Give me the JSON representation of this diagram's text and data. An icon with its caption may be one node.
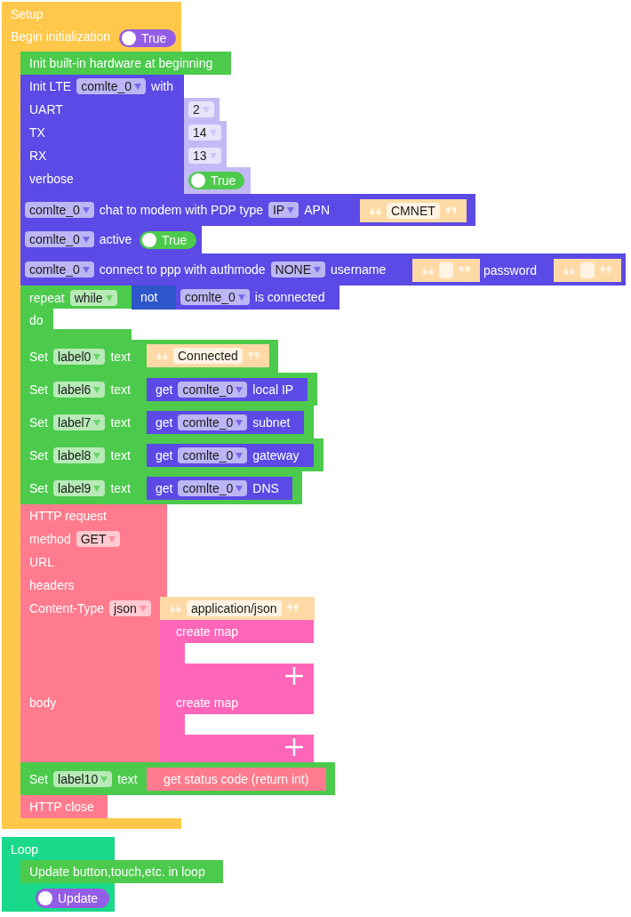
{
  "diagram": {
    "nodes": [
      {
        "text": [
          "Setup",
          "Begin initialization"
        ]
      },
      {
        "text": [
          "True"
        ],
        "in": 0
      },
      {
        "text": [
          "Init built-in hardware at beginning"
        ]
      },
      {
        "text": [
          "Init LTE",
          "comlte_0",
          "with",
          "UART",
          "TX",
          "RX",
          "verbose"
        ]
      },
      {
        "text": [
          "2"
        ]
      },
      {
        "text": [
          "14"
        ]
      },
      {
        "text": [
          "13"
        ]
      },
      {
        "text": [],
        "shape": "box"
      },
      {
        "text": [
          "True"
        ],
        "in": 7
      },
      {
        "text": [
          "comlte_0",
          "chat to modem with PDP type",
          "IP",
          "APN"
        ]
      },
      {
        "text": [
          "CMNET"
        ],
        "in": 9
      },
      {
        "text": [
          "comlte_0",
          "active"
        ]
      },
      {
        "text": [
          "True"
        ],
        "in": 11
      },
      {
        "text": [
          "comlte_0",
          "connect to ppp with authmode",
          "NONE",
          "username",
          "password"
        ]
      },
      {
        "text": [],
        "shape": "box",
        "in": 13
      },
      {
        "text": [],
        "shape": "box",
        "in": 13
      },
      {
        "text": [
          "repeat",
          "while",
          "do"
        ],
        "in": 0
      },
      {
        "text": [
          "not"
        ],
        "in": 0
      },
      {
        "text": [
          "comlte_0",
          "is connected"
        ]
      },
      {
        "text": [
          "Set",
          "label0",
          "text"
        ]
      },
      {
        "text": [
          "Connected"
        ],
        "in": 19
      },
      {
        "text": [
          "Set",
          "label6",
          "text"
        ]
      },
      {
        "text": [
          "get",
          "comlte_0",
          "local IP"
        ],
        "in": 21
      },
      {
        "text": [
          "Set",
          "label7",
          "text"
        ]
      },
      {
        "text": [
          "get",
          "comlte_0",
          "subnet"
        ],
        "in": 23
      },
      {
        "text": [
          "Set",
          "label8",
          "text"
        ]
      },
      {
        "text": [
          "get",
          "comlte_0",
          "gateway"
        ],
        "in": 25
      },
      {
        "text": [
          "Set",
          "label9",
          "text"
        ]
      },
      {
        "text": [
          "get",
          "comlte_0",
          "DNS"
        ],
        "in": 27
      },
      {
        "text": [
          "HTTP request",
          "method",
          "GET",
          "URL",
          "headers",
          "Content-Type",
          "json",
          "body"
        ],
        "in": 0
      },
      {
        "text": [
          "application/json"
        ]
      },
      {
        "text": [
          "create map"
        ]
      },
      {
        "text": [
          "create map"
        ]
      },
      {
        "text": [
          "Set",
          "label10",
          "text"
        ]
      },
      {
        "text": [
          "get status code (return int)"
        ],
        "in": 33
      },
      {
        "text": [
          "HTTP close"
        ],
        "in": 0
      },
      {
        "text": [
          "Loop"
        ]
      },
      {
        "text": [
          "Update button,touch,etc. in loop"
        ]
      },
      {
        "text": [
          "Update"
        ],
        "in": 36
      }
    ]
  }
}
